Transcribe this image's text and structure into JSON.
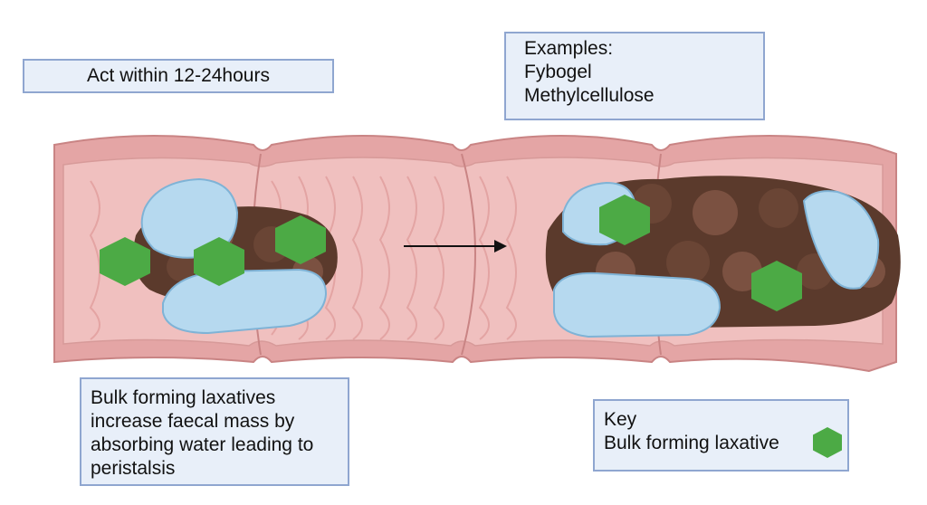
{
  "labels": {
    "time": "Act within 12-24hours",
    "examples": [
      "Examples:",
      "Fybogel",
      "Methylcellulose"
    ],
    "description": [
      "Bulk forming laxatives",
      "increase faecal mass by",
      "absorbing water leading to",
      "peristalsis"
    ],
    "key": {
      "title": "Key",
      "item": "Bulk forming laxative"
    }
  },
  "colors": {
    "intestine_outer": "#e4a5a5",
    "intestine_inner": "#f0c0bf",
    "intestine_fold": "#e7aaa9",
    "faeces": "#5b3a2c",
    "faeces_highlight": "#7b5141",
    "water_blob": "#b6d9ef",
    "laxative": "#4caa45",
    "box_fill": "#e8eff9",
    "box_border": "#8fa6d0"
  }
}
